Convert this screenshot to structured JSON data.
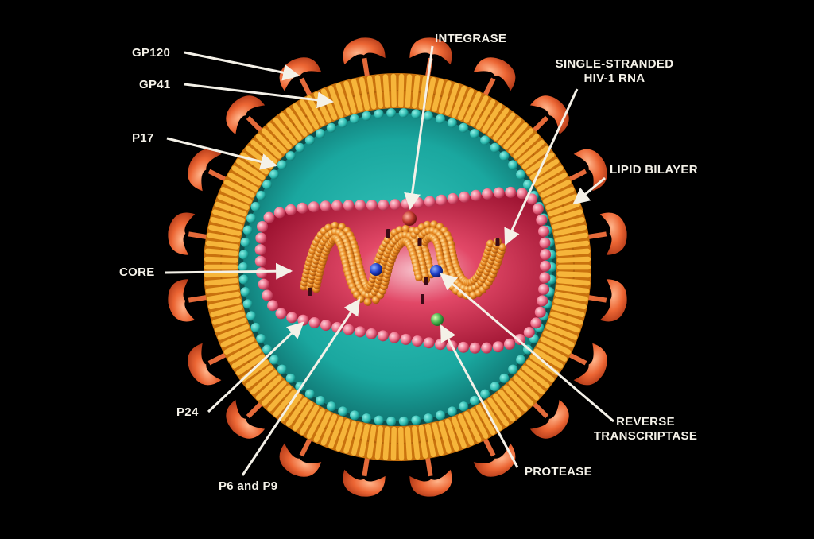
{
  "labels": {
    "gp120": "GP120",
    "gp41": "GP41",
    "p17": "P17",
    "core": "CORE",
    "p24": "P24",
    "p6p9": "P6 and P9",
    "integrase": "INTEGRASE",
    "rna_line1": "SINGLE-STRANDED",
    "rna_line2": "HIV-1 RNA",
    "lipid": "LIPID BILAYER",
    "rt_line1": "REVERSE",
    "rt_line2": "TRANSCRIPTASE",
    "protease": "PROTEASE"
  },
  "colors": {
    "background": "#000000",
    "lipid_bilayer": "#f2a61e",
    "gp120_knob": "#e85a2c",
    "matrix_p17": "#1fb0a8",
    "capsid_core": "#c8203e",
    "rna_strand": "#e07a1c",
    "integrase": "#b8322a",
    "reverse_transcriptase": "#1d3fbf",
    "protease": "#3fae4a",
    "label_text": "#f4f1e8"
  }
}
